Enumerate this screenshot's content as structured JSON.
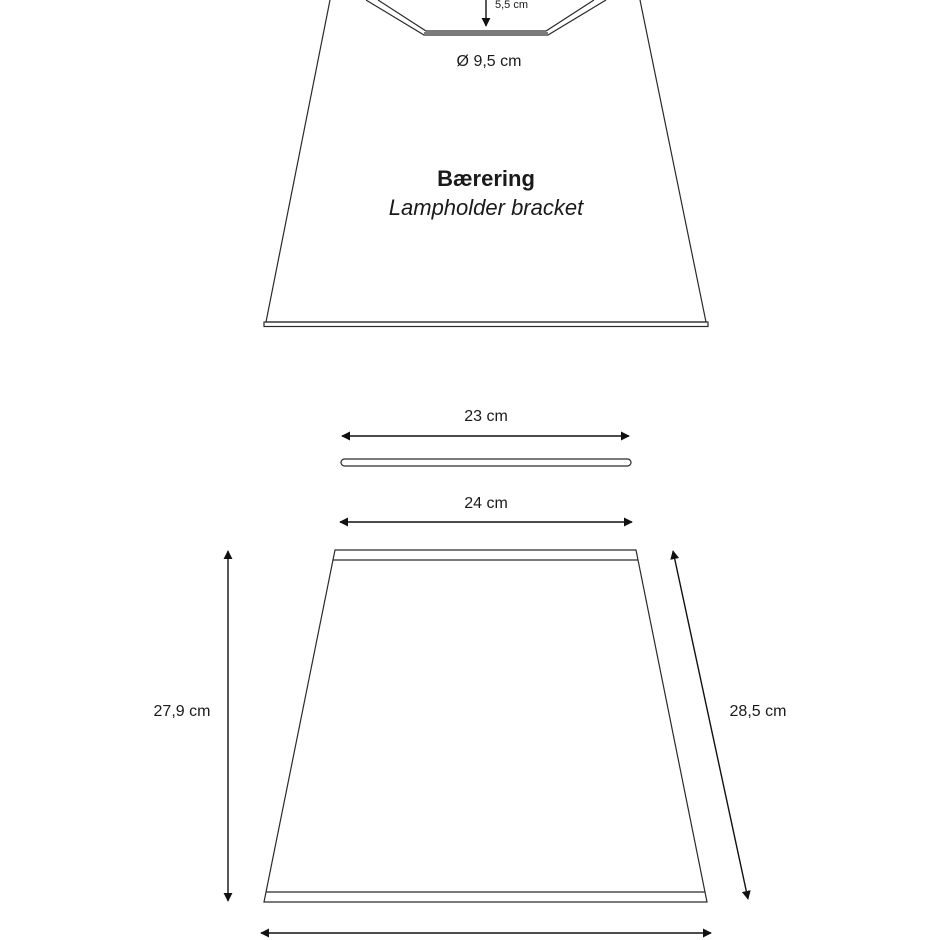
{
  "labels": {
    "bracket_height": "5,5 cm",
    "bracket_diameter": "Ø 9,5 cm",
    "bracket_title": "Bærering",
    "bracket_subtitle": "Lampholder bracket",
    "ring_width": "23 cm",
    "top_width": "24 cm",
    "height": "27,9 cm",
    "slant_height": "28,5 cm"
  }
}
